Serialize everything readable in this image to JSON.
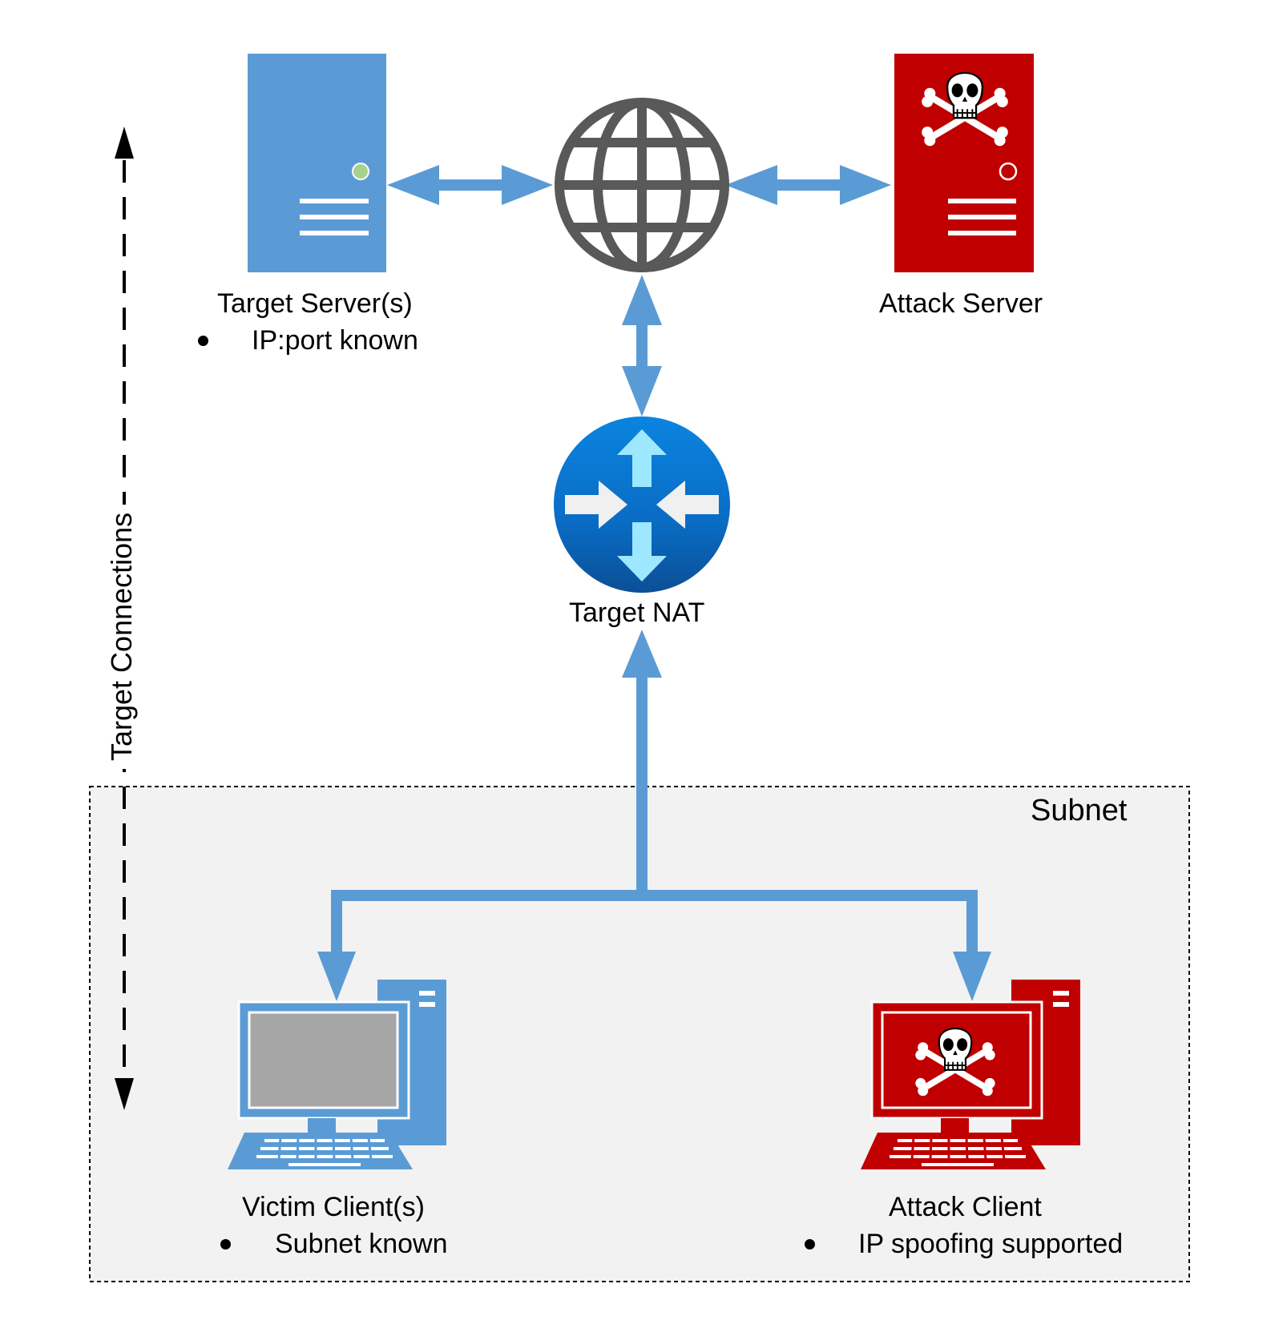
{
  "nodes": {
    "target_server": {
      "label": "Target Server(s)",
      "bullet": "IP:port known",
      "color": "#5b9bd5"
    },
    "attack_server": {
      "label": "Attack Server",
      "color": "#c00000"
    },
    "internet": {
      "color": "#595959"
    },
    "target_nat": {
      "label": "Target NAT",
      "color": "#0078d4"
    },
    "victim_client": {
      "label": "Victim Client(s)",
      "bullet": "Subnet known",
      "color": "#5b9bd5"
    },
    "attack_client": {
      "label": "Attack Client",
      "bullet": "IP spoofing supported",
      "color": "#c00000"
    }
  },
  "subnet": {
    "label": "Subnet",
    "fill": "#f2f2f2"
  },
  "side_axis": {
    "label": "Target Connections"
  },
  "connector_color": "#5b9bd5"
}
